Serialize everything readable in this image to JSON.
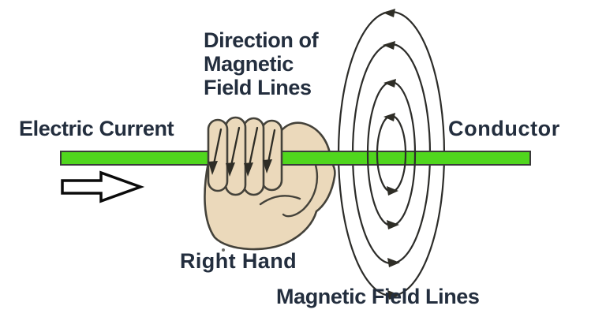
{
  "labels": {
    "direction_of_field": "Direction of\nMagnetic\nField Lines",
    "electric_current": "Electric Current",
    "conductor": "Conductor",
    "right_hand": "Right Hand",
    "magnetic_field_lines": "Magnetic Field Lines"
  },
  "colors": {
    "text": "#232E3E",
    "background": "#FFFFFF",
    "conductor": "#50D61E",
    "conductor_outline": "#3A3A3A",
    "hand": "#EBD9BB",
    "hand_outline": "#44423A",
    "field_line": "#2C2C29",
    "current_arrow_fill": "#FFFFFF",
    "current_arrow_outline": "#0B0B0B"
  },
  "diagram": {
    "current_direction": "left-to-right",
    "field_line_count": 4,
    "field_circulation": "counterclockwise",
    "finger_arrow_direction": "downward",
    "hand_pose": "right hand gripping conductor, thumb along current"
  }
}
